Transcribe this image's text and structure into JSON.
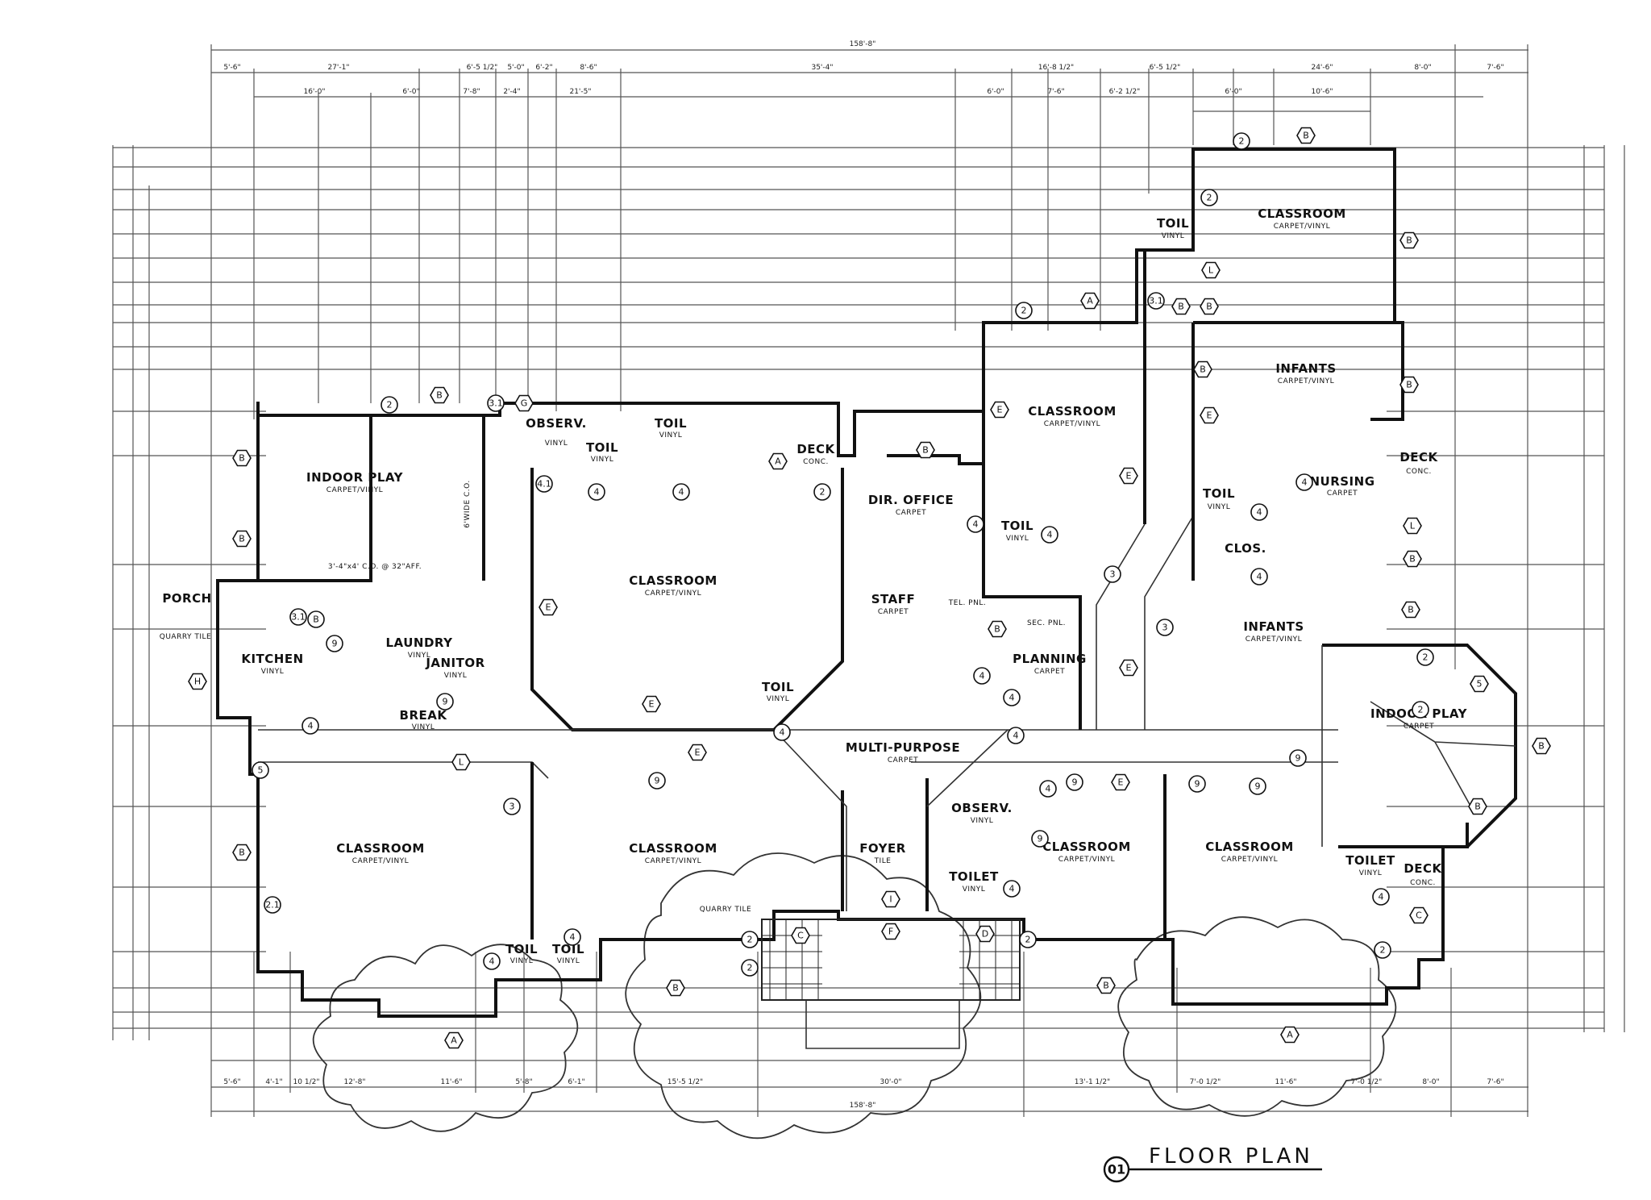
{
  "drawing": {
    "title": "FLOOR PLAN",
    "number": "01",
    "overall_dimension_top": "158'-8\"",
    "overall_dimension_bottom": "158'-8\""
  },
  "rooms": [
    {
      "id": "indoor-play-west",
      "name": "INDOOR PLAY",
      "finish": "CARPET/VINYL"
    },
    {
      "id": "classroom-center-north",
      "name": "CLASSROOM",
      "finish": "CARPET/VINYL"
    },
    {
      "id": "dir-office",
      "name": "DIR. OFFICE",
      "finish": "CARPET"
    },
    {
      "id": "staff",
      "name": "STAFF",
      "finish": "CARPET"
    },
    {
      "id": "planning",
      "name": "PLANNING",
      "finish": "CARPET"
    },
    {
      "id": "classroom-east-mid",
      "name": "CLASSROOM",
      "finish": "CARPET/VINYL"
    },
    {
      "id": "classroom-northeast",
      "name": "CLASSROOM",
      "finish": "CARPET/VINYL"
    },
    {
      "id": "infants-north",
      "name": "INFANTS",
      "finish": "CARPET/VINYL"
    },
    {
      "id": "infants-south",
      "name": "INFANTS",
      "finish": "CARPET/VINYL"
    },
    {
      "id": "nursing",
      "name": "NURSING",
      "finish": "CARPET"
    },
    {
      "id": "indoor-play-east",
      "name": "INDOOR PLAY",
      "finish": "CARPET"
    },
    {
      "id": "kitchen",
      "name": "KITCHEN",
      "finish": "VINYL"
    },
    {
      "id": "laundry",
      "name": "LAUNDRY",
      "finish": "VINYL"
    },
    {
      "id": "janitor",
      "name": "JANITOR",
      "finish": "VINYL"
    },
    {
      "id": "break",
      "name": "BREAK",
      "finish": "VINYL"
    },
    {
      "id": "multi-purpose",
      "name": "MULTI-PURPOSE",
      "finish": "CARPET"
    },
    {
      "id": "foyer",
      "name": "FOYER",
      "finish": "TILE"
    },
    {
      "id": "classroom-sw",
      "name": "CLASSROOM",
      "finish": "CARPET/VINYL"
    },
    {
      "id": "classroom-s-center",
      "name": "CLASSROOM",
      "finish": "CARPET/VINYL"
    },
    {
      "id": "classroom-se-1",
      "name": "CLASSROOM",
      "finish": "CARPET/VINYL"
    },
    {
      "id": "classroom-se-2",
      "name": "CLASSROOM",
      "finish": "CARPET/VINYL"
    },
    {
      "id": "observ-north",
      "name": "OBSERV.",
      "finish": "VINYL"
    },
    {
      "id": "observ-south",
      "name": "OBSERV.",
      "finish": "VINYL"
    },
    {
      "id": "toil-north-1",
      "name": "TOIL",
      "finish": "VINYL"
    },
    {
      "id": "toil-north-2",
      "name": "TOIL",
      "finish": "VINYL"
    },
    {
      "id": "toil-center",
      "name": "TOIL",
      "finish": "VINYL"
    },
    {
      "id": "toil-east",
      "name": "TOIL",
      "finish": "VINYL"
    },
    {
      "id": "toil-ne",
      "name": "TOIL",
      "finish": "VINYL"
    },
    {
      "id": "toil-infants",
      "name": "TOIL",
      "finish": "VINYL"
    },
    {
      "id": "clos",
      "name": "CLOS.",
      "finish": ""
    },
    {
      "id": "toil-south-1",
      "name": "TOIL",
      "finish": "VINYL"
    },
    {
      "id": "toil-south-2",
      "name": "TOIL",
      "finish": "VINYL"
    },
    {
      "id": "toilet-foyer",
      "name": "TOILET",
      "finish": "VINYL"
    },
    {
      "id": "toilet-east",
      "name": "TOILET",
      "finish": "VINYL"
    },
    {
      "id": "deck-north",
      "name": "DECK",
      "finish": "CONC."
    },
    {
      "id": "deck-east",
      "name": "DECK",
      "finish": "CONC."
    },
    {
      "id": "deck-southeast",
      "name": "DECK",
      "finish": "CONC."
    },
    {
      "id": "porch",
      "name": "PORCH",
      "finish": ""
    },
    {
      "id": "sec-pnl",
      "name": "SEC. PNL.",
      "finish": ""
    },
    {
      "id": "tel-pnl",
      "name": "TEL. PNL.",
      "finish": ""
    }
  ],
  "notes": {
    "quarry_tile_west": "QUARRY TILE",
    "quarry_tile_entry": "QUARRY TILE",
    "cased_opening": "6'WIDE C.O.",
    "cased_opening_2": "3'-4\"x4' C.O. @ 32\"AFF."
  },
  "dimensions_top_row1": [
    "5'-6\"",
    "27'-1\"",
    "6'-5 1/2\"",
    "5'-0\"",
    "6'-2\"",
    "8'-6\"",
    "35'-4\"",
    "16'-8 1/2\"",
    "6'-5 1/2\"",
    "24'-6\"",
    "8'-0\"",
    "7'-6\""
  ],
  "dimensions_top_row2": [
    "16'-0\"",
    "6'-0\"",
    "7'-8\"",
    "2'-4\"",
    "21'-5\"",
    "6'-0\"",
    "7'-6\"",
    "6'-2 1/2\"",
    "6'-0\"",
    "10'-6\""
  ],
  "dimensions_bottom_row": [
    "5'-6\"",
    "4'-1\"",
    "10 1/2\"",
    "12'-8\"",
    "11'-6\"",
    "5'-8\"",
    "6'-1\"",
    "15'-5 1/2\"",
    "30'-0\"",
    "13'-1 1/2\"",
    "7'-0 1/2\"",
    "11'-6\"",
    "7'-0 1/2\"",
    "8'-0\"",
    "7'-6\""
  ],
  "tags": {
    "A": "A",
    "B": "B",
    "C": "C",
    "D": "D",
    "E": "E",
    "F": "F",
    "G": "G",
    "H": "H",
    "I": "I",
    "L": "L",
    "n2": "2",
    "n21": "2.1",
    "n3": "3",
    "n31": "3.1",
    "n4": "4",
    "n41": "4.1",
    "n5": "5",
    "n9": "9"
  }
}
